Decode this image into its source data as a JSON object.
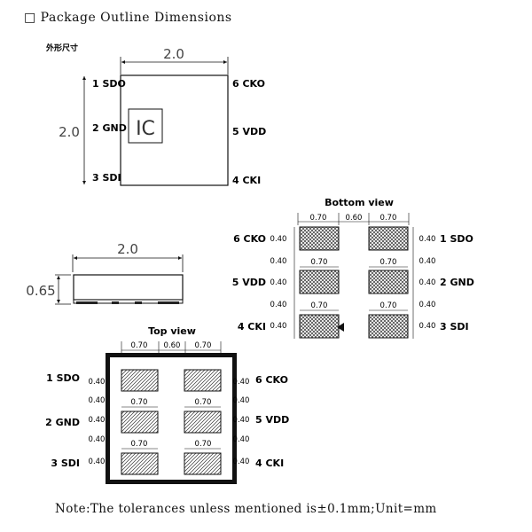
{
  "title": "□ Package Outline Dimensions",
  "chinese_label": "外形尺寸",
  "footer_note": "Note:The tolerances unless mentioned  is±0.1mm;Unit=mm",
  "outline": {
    "width": "2.0",
    "height": "2.0",
    "marking": "IC",
    "pins_left": [
      "1 SDO",
      "2 GND",
      "3 SDI"
    ],
    "pins_right": [
      "6 CKO",
      "5 VDD",
      "4 CKI"
    ]
  },
  "side_view": {
    "width": "2.0",
    "thickness": "0.65"
  },
  "bottom_view": {
    "title": "Bottom view",
    "top_dims": [
      "0.70",
      "0.60",
      "0.70"
    ],
    "inner_dim": "0.70",
    "pitch": "0.40",
    "pins_left": [
      "6 CKO",
      "5 VDD",
      "4 CKI"
    ],
    "pins_right": [
      "1 SDO",
      "2 GND",
      "3 SDI"
    ]
  },
  "top_view": {
    "title": "Top view",
    "top_dims": [
      "0.70",
      "0.60",
      "0.70"
    ],
    "inner_dim": "0.70",
    "pitch": "0.40",
    "pins_left": [
      "1 SDO",
      "2 GND",
      "3 SDI"
    ],
    "pins_right": [
      "6 CKO",
      "5 VDD",
      "4 CKI"
    ]
  }
}
